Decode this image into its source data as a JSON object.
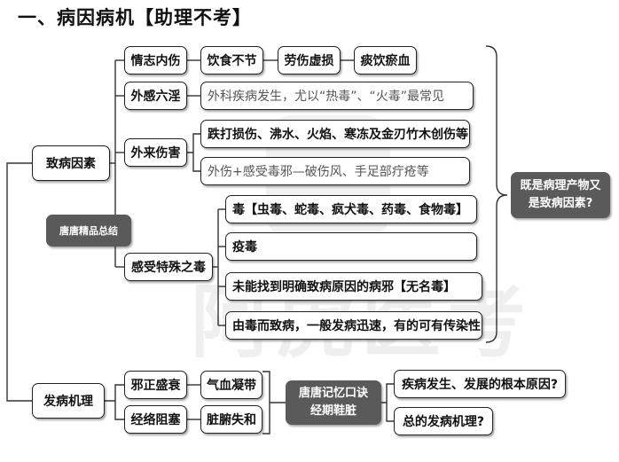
{
  "title": "一、病因病机【助理不考】",
  "nodes": {
    "cause_root": "致病因素",
    "mechanism_root": "发病机理",
    "summary_badge": "唐唐精品总结",
    "emotion": "情志内伤",
    "diet": "饮食不节",
    "overwork": "劳伤虚损",
    "phlegm": "痰饮瘀血",
    "six_evils": "外感六淫",
    "six_evils_note": "外科疾病发生，尤以“热毒”、“火毒”最常见",
    "trauma": "外来伤害",
    "trauma_detail": "跌打损伤、沸水、火焰、寒冻及金刃竹木创伤等",
    "trauma_note": "外伤+感受毒邪—破伤风、手足部疔疮等",
    "special_toxin": "感受特殊之毒",
    "toxin1": "毒【虫毒、蛇毒、疯犬毒、药毒、食物毒】",
    "toxin2": "疫毒",
    "toxin3": "未能找到明确致病原因的病邪【无名毒】",
    "toxin4": "由毒而致病，一般发病迅速，有的可有传染性",
    "question_product": "既是病理产物又是致病因素?",
    "mech1": "邪正盛衰",
    "mech1b": "气血凝带",
    "mech2": "经络阻塞",
    "mech2b": "脏腑失和",
    "mnemonic": "唐唐记忆口诀经期鞋脏",
    "q1": "疾病发生、发展的根本原因?",
    "q2": "总的发病机理?"
  }
}
